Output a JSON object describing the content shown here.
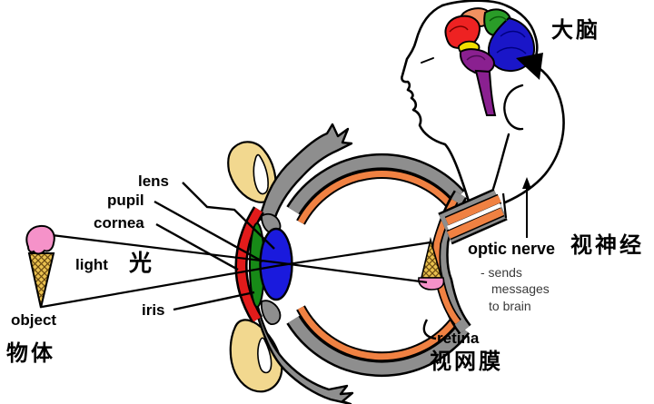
{
  "diagram": {
    "eye_labels": {
      "lens": "lens",
      "pupil": "pupil",
      "cornea": "cornea",
      "iris": "iris",
      "retina_en": "retina",
      "retina_zh": "视网膜"
    },
    "light": {
      "en": "light",
      "zh": "光"
    },
    "object": {
      "en": "object",
      "zh": "物体"
    },
    "brain": {
      "zh": "大脑"
    },
    "optic_nerve": {
      "en": "optic nerve",
      "zh": "视神经",
      "desc_line1": "- sends",
      "desc_line2": "messages",
      "desc_line3": "to brain"
    },
    "colors": {
      "sclera_gray": "#8E8E8E",
      "choroid_orange": "#F08142",
      "cornea_red": "#E21B1B",
      "iris_green": "#178A17",
      "lens_blue": "#1A1ADD",
      "skin_tan": "#F2D88F",
      "icecream_pink": "#F592C9",
      "cone_tan": "#E9C14F",
      "brain_red": "#EE2222",
      "brain_salmon": "#F09060",
      "brain_green": "#2A9C28",
      "brain_blue": "#1A16C8",
      "brain_yellow": "#F0E000",
      "brain_purple": "#8A2090",
      "outline_black": "#000000"
    }
  }
}
